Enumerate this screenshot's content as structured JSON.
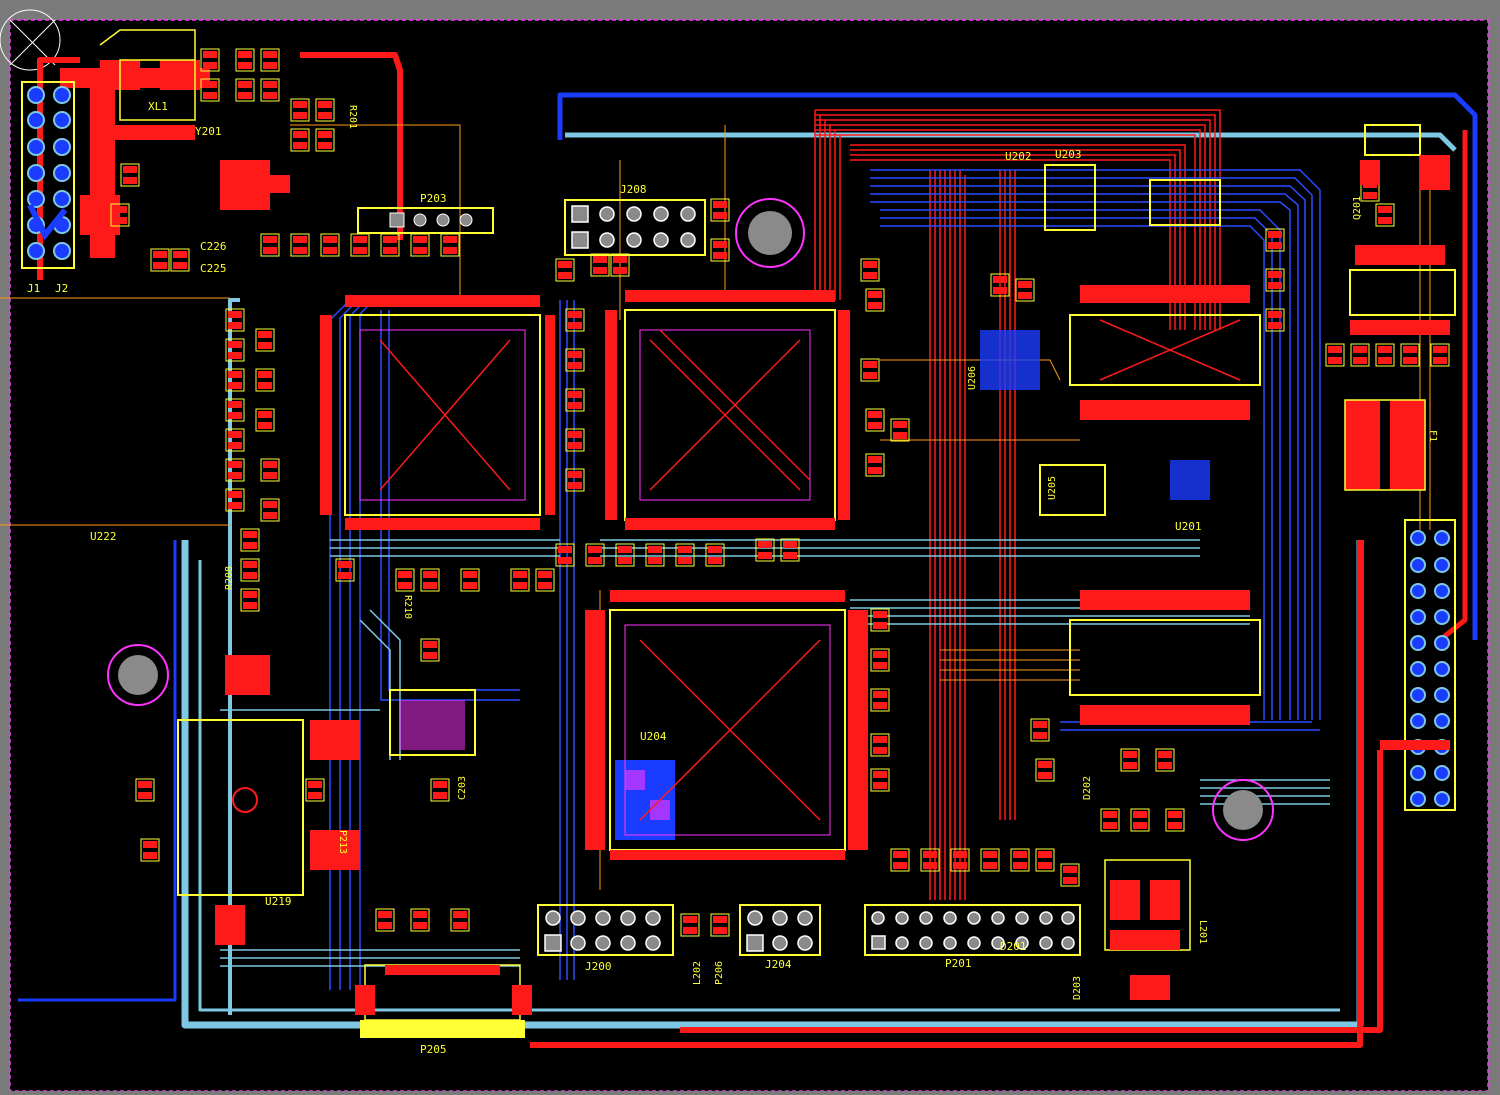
{
  "colors": {
    "canvas_gray": "#7a7a7a",
    "board_black": "#000000",
    "top_copper": "#ff1a1a",
    "bottom_copper": "#1a3cff",
    "overlay_yellow": "#ffff33",
    "outline_magenta": "#ff33ff",
    "trace_light_blue": "#7ec8e3",
    "pad_gray": "#8a8a8a"
  },
  "designators": {
    "u222": "U222",
    "j208": "J208",
    "j200": "J200",
    "p201": "P201",
    "p203": "P203",
    "p205": "P205",
    "u203": "U203",
    "u202": "U202",
    "u201": "U201",
    "u219": "U219",
    "p213": "P213",
    "j204": "J204",
    "p206": "P206",
    "l202": "L202",
    "y201": "Y201",
    "p203_top": "P203",
    "xl1": "XL1",
    "d201": "D201",
    "d202": "D202",
    "d203": "D203",
    "u204": "U204",
    "u205": "U205",
    "u206": "U206",
    "q201": "Q201",
    "r201": "R201",
    "c226": "C226",
    "c225": "C225",
    "c203": "C203",
    "r208": "R208",
    "r210": "R210",
    "l201": "L201",
    "f1": "F1",
    "j1": "J1",
    "j2": "J2"
  }
}
